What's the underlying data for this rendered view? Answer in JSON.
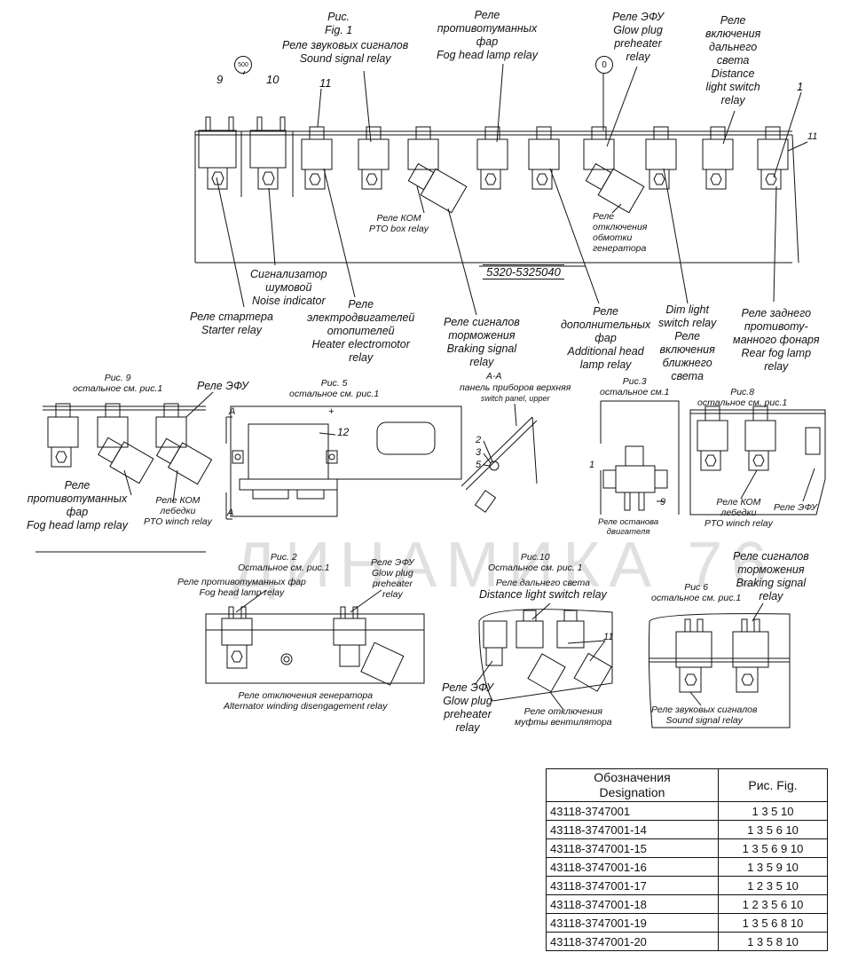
{
  "top": {
    "fig_label": [
      "Рис.",
      "Fig. 1"
    ],
    "code": "5320-5325040",
    "sound_relay": [
      "Реле звуковых сигналов",
      "Sound signal relay"
    ],
    "fog_relay": [
      "Реле",
      "противотуманных",
      "фар",
      "Fog head lamp relay"
    ],
    "efu_relay": [
      "Реле ЭФУ",
      "Glow plug",
      "preheater",
      "relay"
    ],
    "distance_relay": [
      "Реле",
      "включения",
      "дальнего",
      "света",
      "Distance",
      "light switch",
      "relay"
    ],
    "pto_relay": [
      "Реле КОМ",
      "PTO box relay"
    ],
    "gen_off_relay": [
      "Реле",
      "отключения",
      "обмотки",
      "генератора"
    ],
    "noise_indicator": [
      "Сигнализатор",
      "шумовой",
      "Noise indicator"
    ],
    "starter_relay": [
      "Реле стартера",
      "Starter relay"
    ],
    "heater_relay": [
      "Реле",
      "электродвигателей",
      "отопителей",
      "Heater electromotor",
      "relay"
    ],
    "braking_relay": [
      "Реле сигналов",
      "торможения",
      "Braking signal",
      "relay"
    ],
    "additional_relay": [
      "Реле",
      "дополнительных",
      "фар",
      "Additional head",
      "lamp relay"
    ],
    "dim_relay": [
      "Dim light",
      "switch relay",
      "Реле",
      "включения",
      "ближнего",
      "света"
    ],
    "rear_fog_relay": [
      "Реле заднего",
      "противоту-",
      "манного фонаря",
      "Rear fog lamp",
      "relay"
    ],
    "nums": {
      "n9": "9",
      "n10": "10",
      "n11": "11",
      "n1": "1",
      "n11b": "11",
      "c500": "500",
      "c0": "0"
    }
  },
  "fig9": {
    "title": [
      "Рис. 9",
      "остальное см. рис.1"
    ],
    "efu": "Реле ЭФУ",
    "fog": [
      "Реле",
      "противотуманных",
      "фар",
      "Fog head lamp relay"
    ],
    "pto": [
      "Реле КОМ",
      "лебедки",
      "PTO winch relay"
    ]
  },
  "fig5": {
    "title": [
      "Рис. 5",
      "остальное см. рис.1"
    ],
    "n12": "12",
    "A1": "A",
    "A2": "A",
    "plus": "+"
  },
  "sectionAA": {
    "title": "А-А",
    "label": [
      "панель приборов верхняя",
      "switch panel, upper"
    ],
    "n2": "2",
    "n3": "3",
    "n5": "5"
  },
  "fig3": {
    "title": [
      "Рис.3",
      "остальное см.1"
    ],
    "n1": "1",
    "n9": "9",
    "label": [
      "Реле останова",
      "двигателя"
    ]
  },
  "fig8": {
    "title": [
      "Рис.8",
      "остальное см. рис.1"
    ],
    "pto": [
      "Реле КОМ",
      "лебедки",
      "PTO winch relay"
    ],
    "efu": "Реле ЭФУ"
  },
  "watermark": "ДИНАМИКА 76",
  "fig2": {
    "title": [
      "Рис. 2",
      "Остальное см. рис.1"
    ],
    "fog": [
      "Реле противотуманных фар",
      "Fog head lamp relay"
    ],
    "efu": [
      "Реле ЭФУ",
      "Glow plug",
      "preheater",
      "relay"
    ],
    "gen": [
      "Реле отключения генератора",
      "Alternator winding disengagement relay"
    ]
  },
  "fig10": {
    "title": [
      "Рис.10",
      "Остальное см. рис. 1"
    ],
    "distance": [
      "Реле дальнего света",
      "Distance  light switch relay"
    ],
    "n11": "11",
    "efu": [
      "Реле ЭФУ",
      "Glow plug",
      "preheater",
      "relay"
    ],
    "fan": [
      "Реле отключения",
      "муфты вентилятора"
    ]
  },
  "fig6": {
    "title": [
      "Рис 6",
      "остальное см. рис.1"
    ],
    "braking": [
      "Реле сигналов",
      "торможения",
      "Braking signal",
      "relay"
    ],
    "sound": [
      "Реле звуковых сигналов",
      "Sound signal relay"
    ]
  },
  "table": {
    "headers": [
      [
        "Обозначения",
        "Designation"
      ],
      [
        "Рис. Fig."
      ]
    ],
    "rows": [
      [
        "43118-3747001",
        "1 3 5 10"
      ],
      [
        "43118-3747001-14",
        "1 3 5 6 10"
      ],
      [
        "43118-3747001-15",
        "1 3 5 6 9 10"
      ],
      [
        "43118-3747001-16",
        "1 3 5 9 10"
      ],
      [
        "43118-3747001-17",
        "1 2 3 5 10"
      ],
      [
        "43118-3747001-18",
        "1 2 3 5 6 10"
      ],
      [
        "43118-3747001-19",
        "1 3 5 6 8 10"
      ],
      [
        "43118-3747001-20",
        "1 3 5 8 10"
      ]
    ]
  }
}
